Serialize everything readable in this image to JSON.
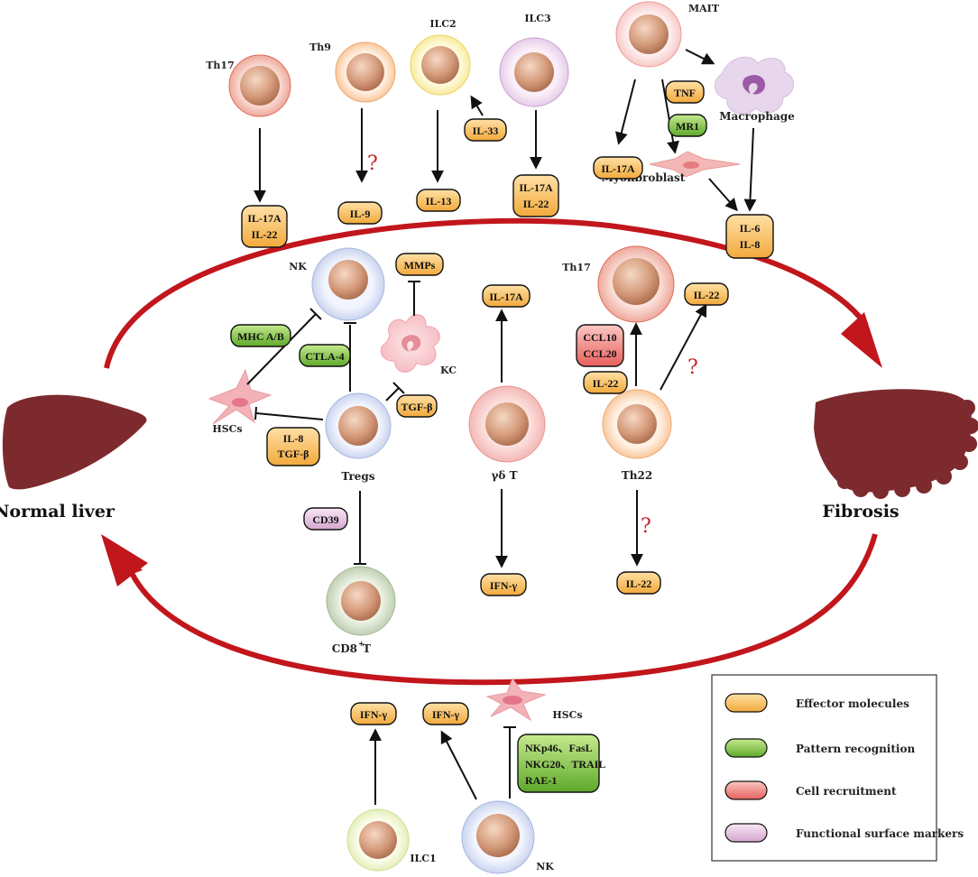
{
  "colors": {
    "red_arrow": "#c1161c",
    "liver": "#7d2a2e",
    "black": "#111111",
    "question": "#c0262a"
  },
  "labels": {
    "normal_liver": "Normal liver",
    "fibrosis": "Fibrosis",
    "th17_top": "Th17",
    "th9": "Th9",
    "ilc2": "ILC2",
    "ilc3": "ILC3",
    "mait": "MAIT",
    "macrophage": "Macrophage",
    "myofibroblast": "Myofibroblast",
    "nk_mid": "NK",
    "kc": "KC",
    "hscs_mid": "HSCs",
    "tregs": "Tregs",
    "cd8": "CD8",
    "cd8_sup": "+",
    "cd8_t": " T",
    "gdt": "γδ T",
    "th17_mid": "Th17",
    "th22": "Th22",
    "hscs_bottom": "HSCs",
    "ilc1": "ILC1",
    "nk_bottom": "NK",
    "question": "?"
  },
  "molecules": {
    "il17a_il22_1": "IL-17A",
    "il17a_il22_2": "IL-22",
    "il9": "IL-9",
    "il33": "IL-33",
    "il13": "IL-13",
    "ilc3_1": "IL-17A",
    "ilc3_2": "IL-22",
    "tnf": "TNF",
    "mr1": "MR1",
    "il17a_mait": "IL-17A",
    "il6": "IL-6",
    "il8": "IL-8",
    "mmps": "MMPs",
    "mhc": "MHC A/B",
    "ctla4": "CTLA-4",
    "tgfb_kc": "TGF-β",
    "il8_treg": "IL-8",
    "tgfb_treg": "TGF-β",
    "cd39": "CD39",
    "il17a_gdt": "IL-17A",
    "ifng_gdt": "IFN-γ",
    "ccl10": "CCL10",
    "ccl20": "CCL20",
    "il22_rec": "IL-22",
    "il22_diag": "IL-22",
    "il22_down": "IL-22",
    "ifng_ilc1": "IFN-γ",
    "ifng_nk": "IFN-γ",
    "nk_r1": "NKp46、FasL",
    "nk_r2": "NKG20、TRAIL",
    "nk_r3": "RAE-1"
  },
  "legend": {
    "effector": "Effector molecules",
    "pattern": "Pattern recognition",
    "recruit": "Cell recruitment",
    "surface": "Functional surface markers"
  }
}
